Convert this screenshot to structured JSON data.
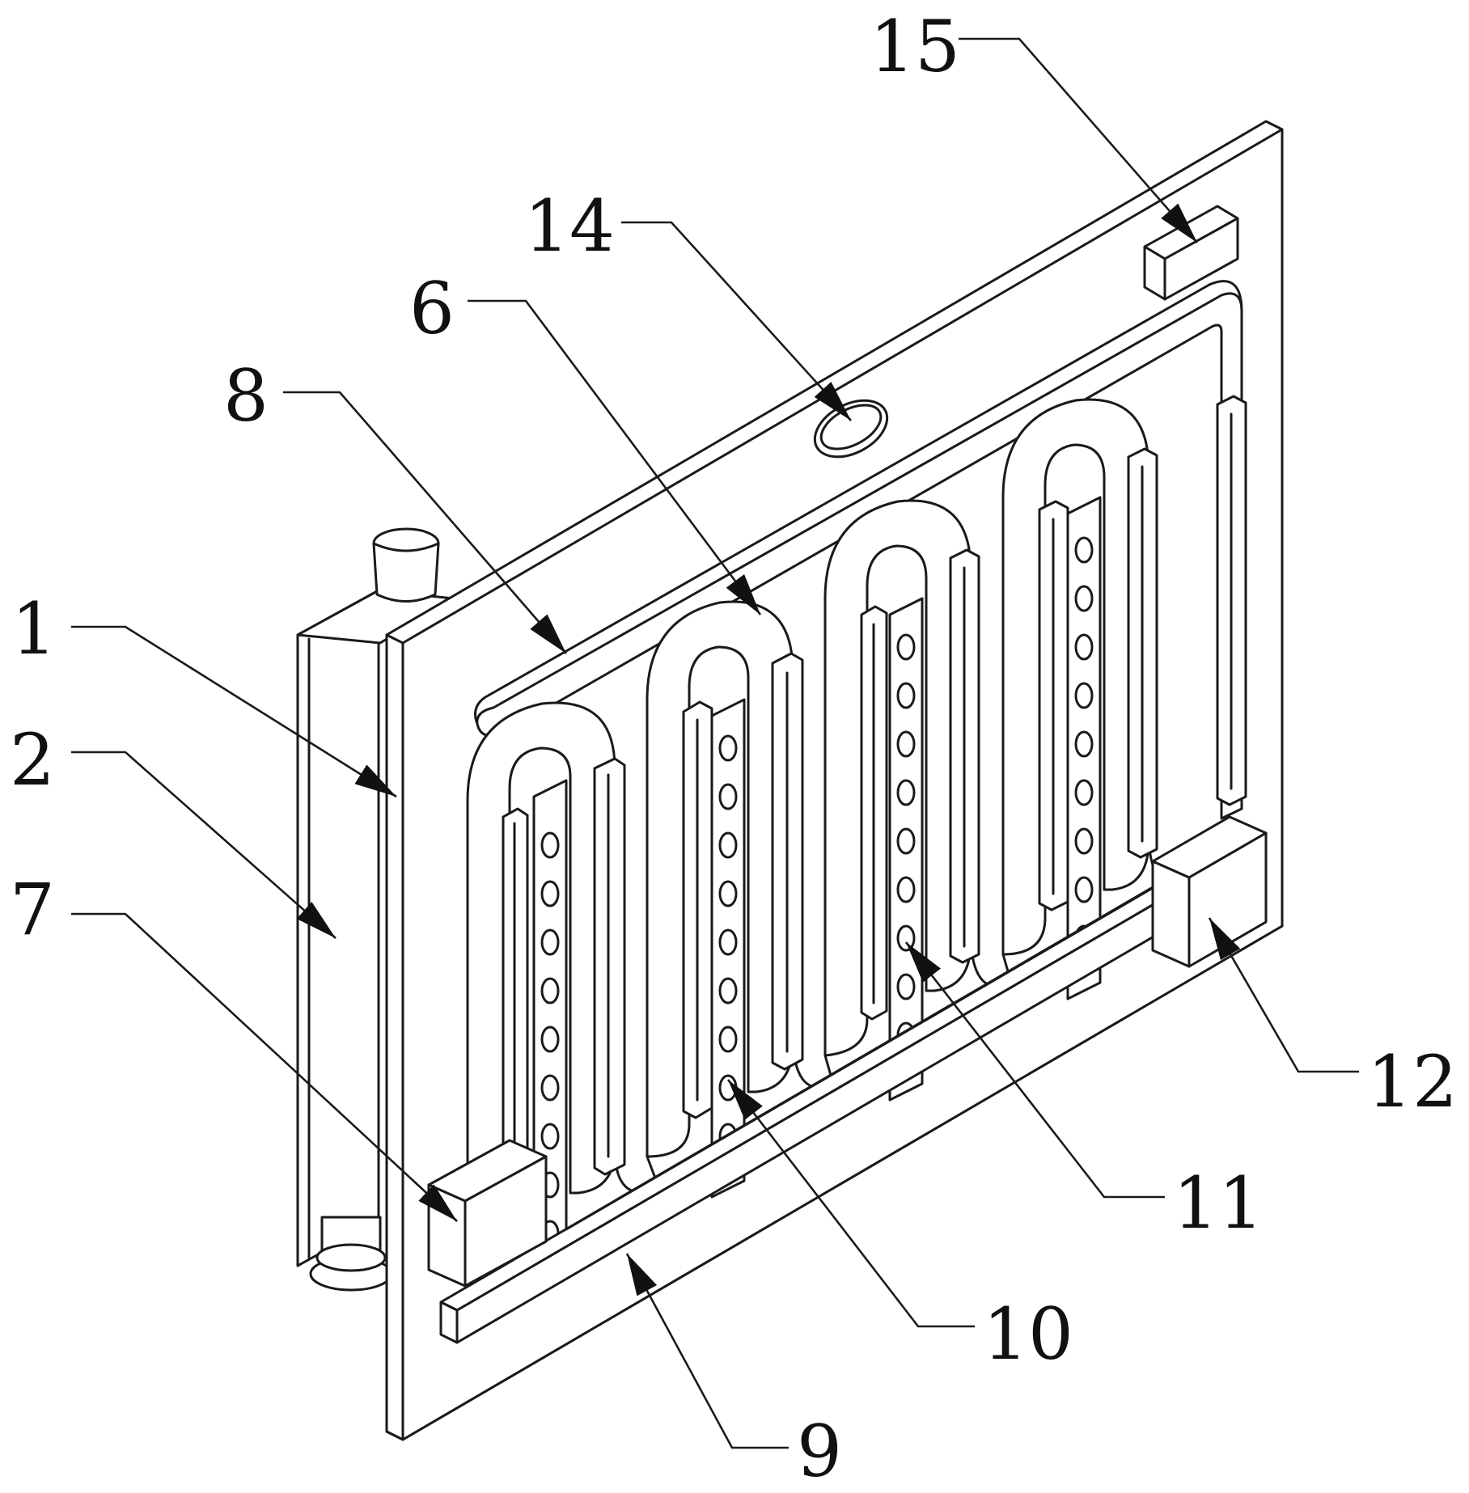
{
  "figure": {
    "callouts": [
      {
        "id": "c15",
        "label": "15",
        "part": "top-right-block"
      },
      {
        "id": "c14",
        "label": "14",
        "part": "top-oval-port"
      },
      {
        "id": "c6",
        "label": "6",
        "part": "serpentine-pipe"
      },
      {
        "id": "c8",
        "label": "8",
        "part": "top-inlet-pipe"
      },
      {
        "id": "c1",
        "label": "1",
        "part": "back-plate"
      },
      {
        "id": "c2",
        "label": "2",
        "part": "side-housing"
      },
      {
        "id": "c7",
        "label": "7",
        "part": "bottom-left-block"
      },
      {
        "id": "c12",
        "label": "12",
        "part": "bottom-right-block"
      },
      {
        "id": "c11",
        "label": "11",
        "part": "perforated-post"
      },
      {
        "id": "c10",
        "label": "10",
        "part": "perforated-post-hole"
      },
      {
        "id": "c9",
        "label": "9",
        "part": "bottom-rail"
      }
    ]
  }
}
